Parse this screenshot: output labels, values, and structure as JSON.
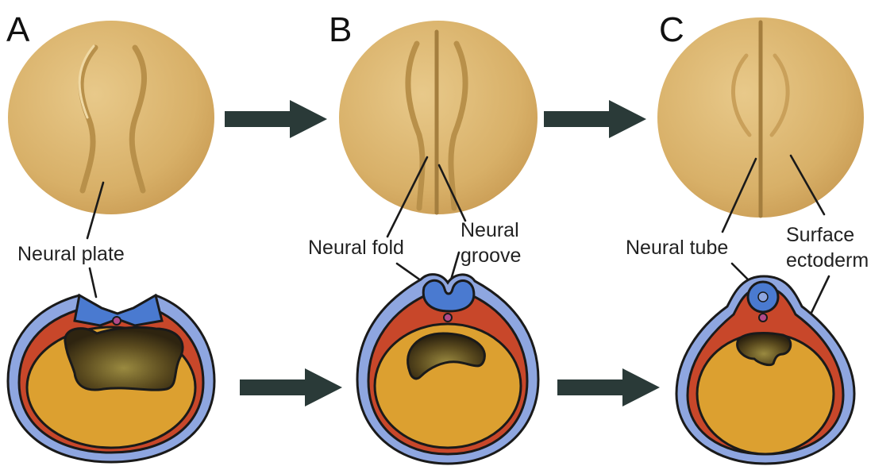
{
  "panels": [
    {
      "letter": "A"
    },
    {
      "letter": "B"
    },
    {
      "letter": "C"
    }
  ],
  "labels": {
    "neural_plate": "Neural plate",
    "neural_fold": "Neural fold",
    "neural_groove_1": "Neural",
    "neural_groove_2": "groove",
    "neural_tube": "Neural tube",
    "surface_ectoderm_1": "Surface",
    "surface_ectoderm_2": "ectoderm"
  },
  "colors": {
    "embryo_surface": "#dcb66c",
    "ectoderm_outer": "#8ea6e0",
    "neural_tissue": "#4a7ad0",
    "mesoderm_red": "#c8472a",
    "yolk": "#dca030",
    "cavity": "#4a3a18",
    "arrow": "#2a3a38"
  }
}
